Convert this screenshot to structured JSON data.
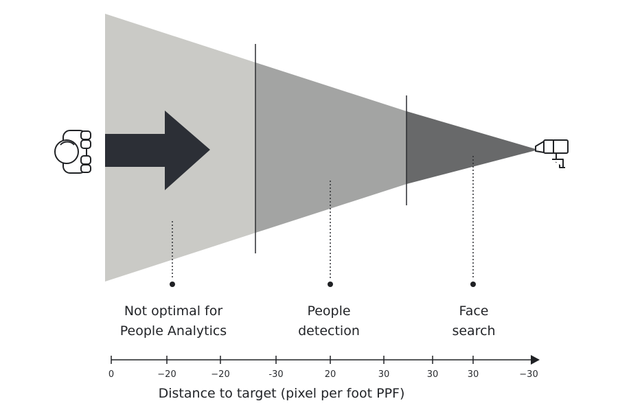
{
  "zones": [
    {
      "line1": "Not optimal for",
      "line2": "People Analytics"
    },
    {
      "line1": "People",
      "line2": "detection"
    },
    {
      "line1": "Face",
      "line2": "search"
    }
  ],
  "axis": {
    "title": "Distance to target (pixel per foot PPF)",
    "ticks": [
      "0",
      "−20",
      "−20",
      "-30",
      "20",
      "30",
      "30",
      "30",
      "−30"
    ]
  },
  "icons": {
    "person": "person-top-view-icon",
    "camera": "cctv-camera-icon",
    "arrow": "direction-arrow-icon"
  },
  "colors": {
    "zone_far": "#cacac6",
    "zone_mid": "#a3a4a3",
    "zone_near": "#68696a",
    "arrow": "#2c2f36",
    "line": "#1f2124"
  }
}
